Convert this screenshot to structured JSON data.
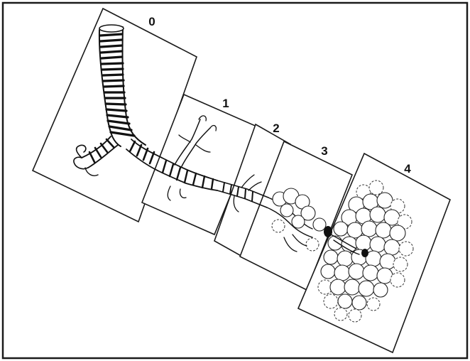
{
  "figure": {
    "border_color": "#1a1a1a",
    "ink_color": "#111111",
    "background": "#ffffff"
  },
  "panels": [
    {
      "label": "0",
      "contents": "trachea-and-main-bronchi"
    },
    {
      "label": "1",
      "contents": "bronchi"
    },
    {
      "label": "2",
      "contents": "bronchioles"
    },
    {
      "label": "3",
      "contents": "terminal-bronchioles-with-alveoli"
    },
    {
      "label": "4",
      "contents": "alveolar-sacs"
    }
  ]
}
